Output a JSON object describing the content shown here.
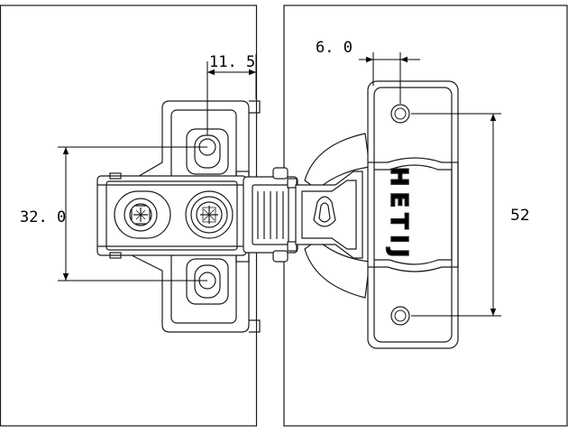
{
  "dimensions": {
    "hole_offset": "11. 5",
    "hole_spacing_mount": "32. 0",
    "cup_offset": "6. 0",
    "cup_hole_spacing": "52"
  },
  "cup_logo": "HETIJ",
  "colors": {
    "line": "#1a1a1a",
    "dim": "#000000",
    "fill": "#ffffff"
  }
}
